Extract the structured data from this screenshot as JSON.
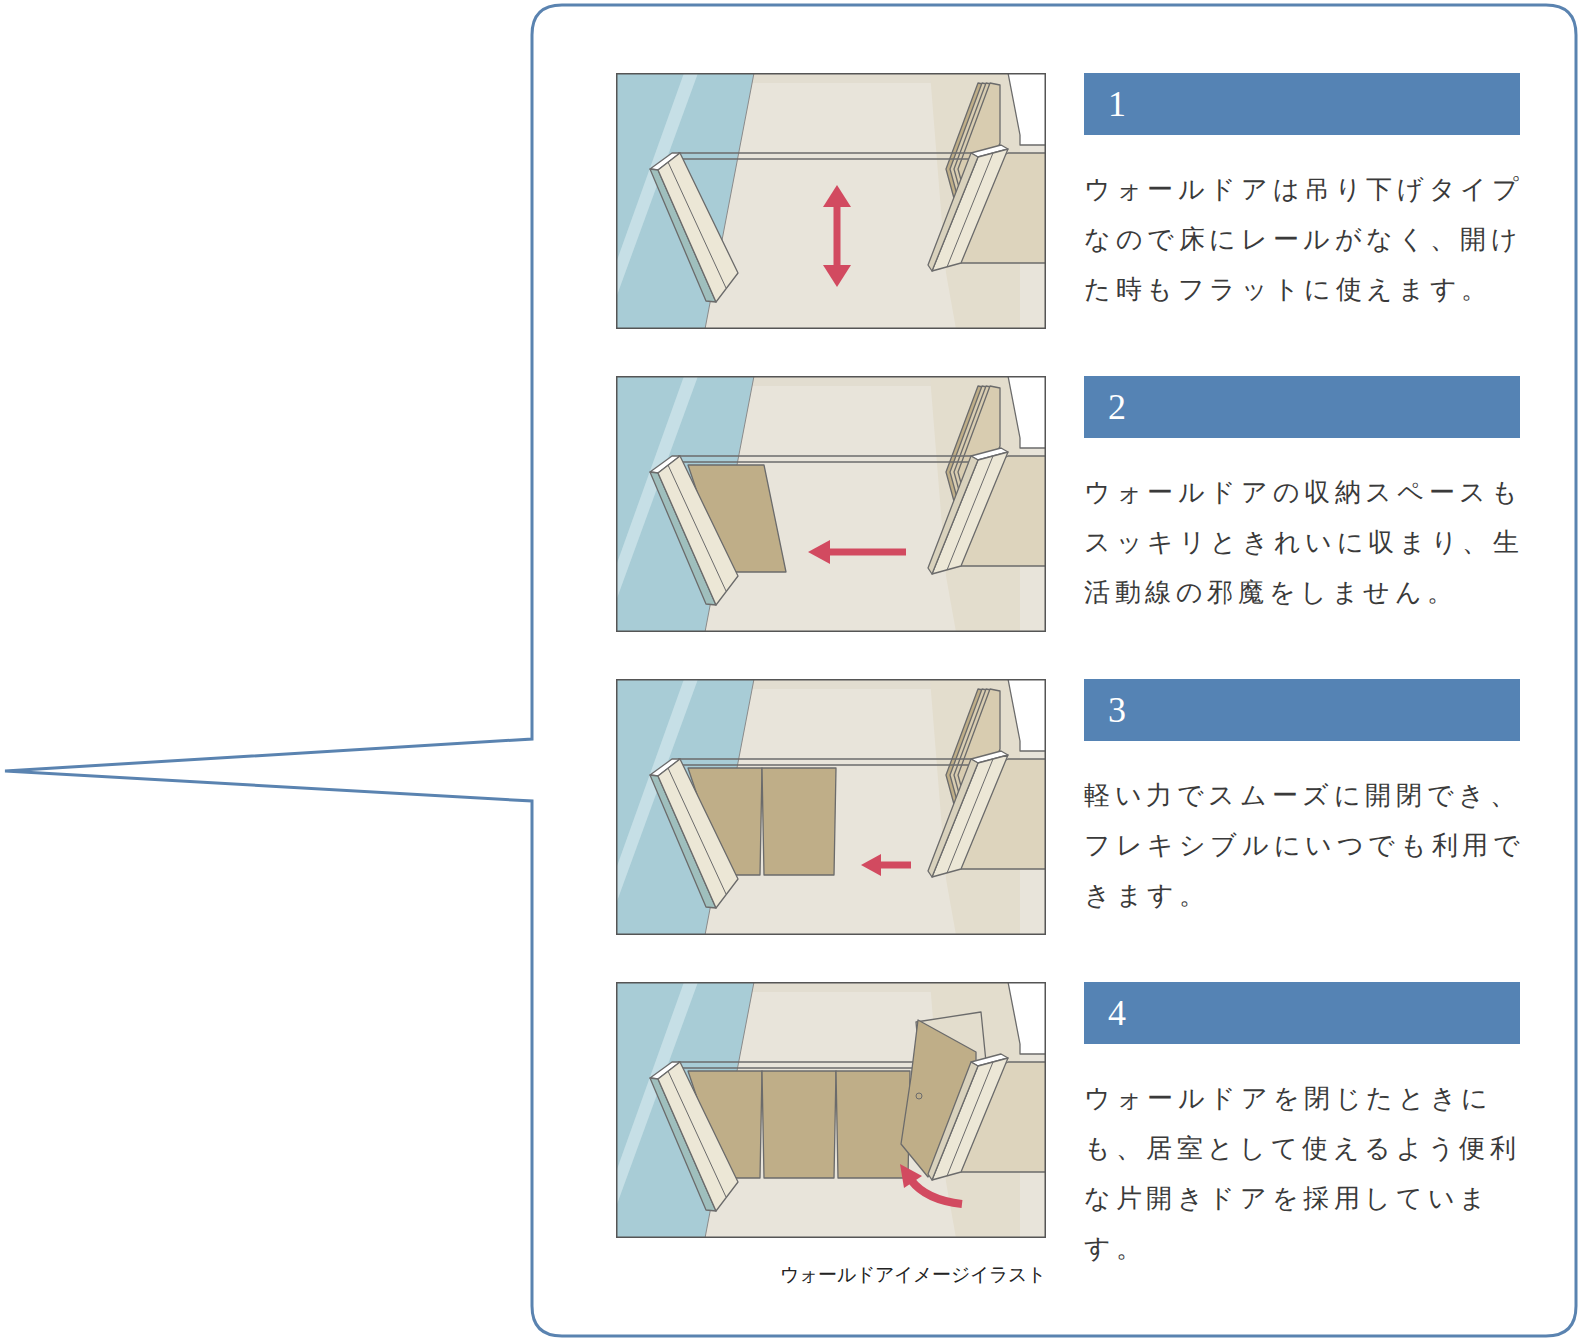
{
  "diagram": {
    "caption": "ウォールドアイメージイラスト",
    "nodes": [
      {
        "text": [
          "1"
        ]
      },
      {
        "text": [
          "2"
        ]
      },
      {
        "text": [
          "3"
        ]
      },
      {
        "text": [
          "4"
        ]
      }
    ],
    "labels": [
      "ウォールドアは吊り下げタイプなので床にレールがなく、開けた時もフラットに使えます。",
      "ウォールドアの収納スペースもスッキリときれいに収まり、生活動線の邪魔をしません。",
      "軽い力でスムーズに開閉でき、フレキシブルにいつでも利用できます。",
      "ウォールドアを閉じたときにも、居室として使えるよう便利な片開きドアを採用しています。"
    ]
  }
}
